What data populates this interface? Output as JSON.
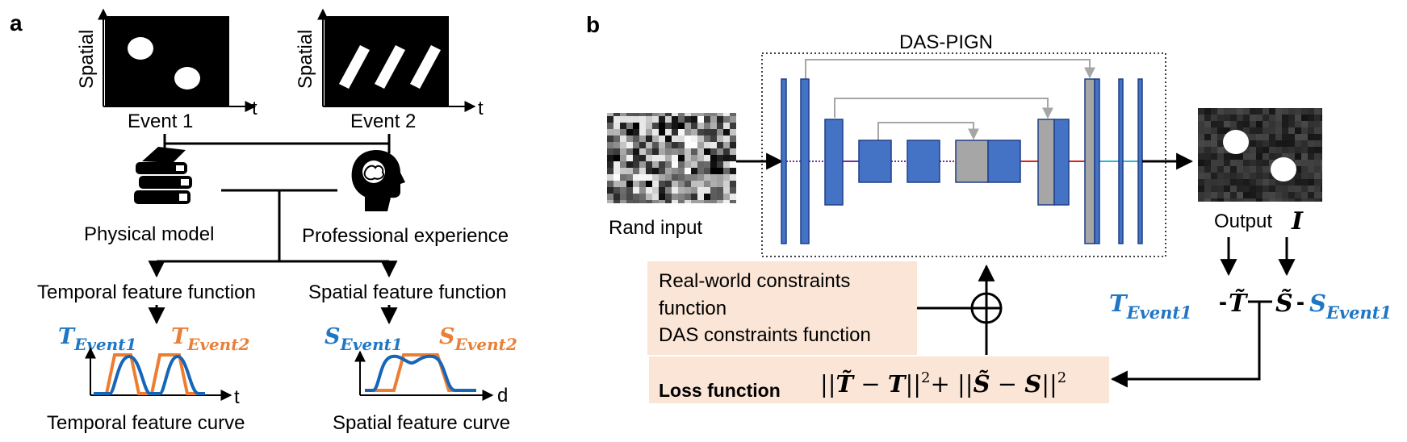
{
  "panel_a": {
    "label": "a",
    "event1": {
      "caption": "Event 1",
      "ylabel": "Spatial",
      "xlabel": "t"
    },
    "event2": {
      "caption": "Event 2",
      "ylabel": "Spatial",
      "xlabel": "t"
    },
    "physical_model": "Physical model",
    "professional_experience": "Professional experience",
    "temporal_function": "Temporal feature function",
    "spatial_function": "Spatial feature function",
    "temporal_curve": {
      "caption": "Temporal feature curve",
      "xlabel": "t",
      "series1": {
        "main": "T",
        "sub": "Event1"
      },
      "series2": {
        "main": "T",
        "sub": "Event2"
      }
    },
    "spatial_curve": {
      "caption": "Spatial feature curve",
      "xlabel": "d",
      "series1": {
        "main": "S",
        "sub": "Event1"
      },
      "series2": {
        "main": "S",
        "sub": "Event2"
      }
    }
  },
  "panel_b": {
    "label": "b",
    "network_title": "DAS-PIGN",
    "rand_input": "Rand input",
    "output_label": "Output",
    "output_symbol": "I",
    "constraints": {
      "line1": "Real-world constraints",
      "line2": "function",
      "line3": "DAS constraints function"
    },
    "loss_label": "Loss function",
    "loss_formula": {
      "p1": "||",
      "t_tilde": "T̃",
      "minus1": " − ",
      "t": "T",
      "p2": "||",
      "sq1": "2",
      "plus": "+ ",
      "p3": "||",
      "s_tilde": "S̃",
      "minus2": " − ",
      "s": "S",
      "p4": "||",
      "sq2": "2"
    },
    "eq_left": {
      "main": "T",
      "sub": "Event1"
    },
    "eq_dash1": "-",
    "eq_t_tilde": "T̃",
    "eq_s_tilde": "S̃",
    "eq_dash2": "-",
    "eq_right": {
      "main": "S",
      "sub": "Event1"
    }
  },
  "colors": {
    "blue_text": "#1f77c4",
    "orange_text": "#e8803a",
    "curve_blue": "#1565b8",
    "curve_orange": "#ed7d31",
    "block_blue": "#4472c4",
    "block_gray": "#a6a6a6",
    "loss_bg": "#fbe5d6",
    "skip_gray": "#a6a6a6",
    "line_purple": "#7030a0",
    "line_red": "#e01e1e",
    "line_cyan": "#2eb5d6"
  }
}
